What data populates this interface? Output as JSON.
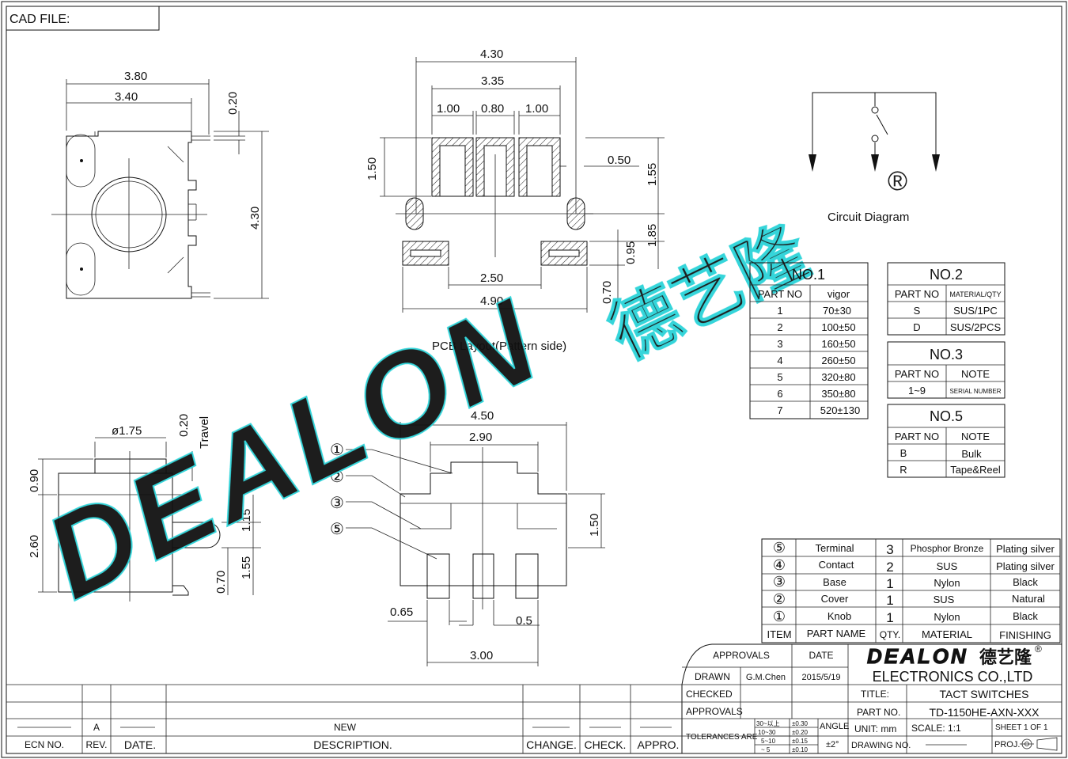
{
  "cad_file": "CAD FILE:",
  "top_view_dims": {
    "w1": "3.80",
    "w2": "3.40",
    "h": "4.30",
    "t": "0.20"
  },
  "pcb": {
    "d_430": "4.30",
    "d_335": "3.35",
    "d_100a": "1.00",
    "d_080": "0.80",
    "d_100b": "1.00",
    "d_150": "1.50",
    "d_050": "0.50",
    "d_155": "1.55",
    "d_185": "1.85",
    "d_095": "0.95",
    "d_250": "2.50",
    "d_490": "4.90",
    "d_070": "0.70",
    "caption": "PCB Layout(Pattern side)"
  },
  "circuit_caption": "Circuit Diagram",
  "side_view": {
    "d175": "ø1.75",
    "d020": "0.20",
    "travel": "Travel",
    "d090": "0.90",
    "d260": "2.60",
    "d115": "1.15",
    "d155": "1.55",
    "d070": "0.70"
  },
  "front_view": {
    "d450": "4.50",
    "d290": "2.90",
    "d150": "1.50",
    "d065": "0.65",
    "d05": "0.5",
    "d300": "3.00",
    "callouts": [
      "①",
      "②",
      "③",
      "⑤"
    ]
  },
  "no1": {
    "title": "NO.1",
    "headers": [
      "PART NO",
      "vigor"
    ],
    "rows": [
      [
        "1",
        "70±30"
      ],
      [
        "2",
        "100±50"
      ],
      [
        "3",
        "160±50"
      ],
      [
        "4",
        "260±50"
      ],
      [
        "5",
        "320±80"
      ],
      [
        "6",
        "350±80"
      ],
      [
        "7",
        "520±130"
      ]
    ]
  },
  "no2": {
    "title": "NO.2",
    "headers": [
      "PART NO",
      "MATERIAL/QTY"
    ],
    "rows": [
      [
        "S",
        "SUS/1PC"
      ],
      [
        "D",
        "SUS/2PCS"
      ]
    ]
  },
  "no3": {
    "title": "NO.3",
    "headers": [
      "PART NO",
      "NOTE"
    ],
    "rows": [
      [
        "1~9",
        "SERIAL NUMBER"
      ]
    ]
  },
  "no5": {
    "title": "NO.5",
    "headers": [
      "PART NO",
      "NOTE"
    ],
    "rows": [
      [
        "B",
        "Bulk"
      ],
      [
        "R",
        "Tape&Reel"
      ]
    ]
  },
  "bom": {
    "rows": [
      [
        "⑤",
        "Terminal",
        "3",
        "Phosphor Bronze",
        "Plating silver"
      ],
      [
        "④",
        "Contact",
        "2",
        "SUS",
        "Plating silver"
      ],
      [
        "③",
        "Base",
        "1",
        "Nylon",
        "Black"
      ],
      [
        "②",
        "Cover",
        "1",
        "SUS",
        "Natural"
      ],
      [
        "①",
        "Knob",
        "1",
        "Nylon",
        "Black"
      ]
    ],
    "headers": [
      "ITEM",
      "PART NAME",
      "QTY.",
      "MATERIAL",
      "FINISHING"
    ]
  },
  "title_block": {
    "approvals": "APPROVALS",
    "date": "DATE",
    "drawn": "DRAWN",
    "drawn_by": "G.M.Chen",
    "drawn_date": "2015/5/19",
    "checked": "CHECKED",
    "approvals2": "APPROVALS",
    "company": "ELECTRONICS  CO.,LTD",
    "title_label": "TITLE:",
    "title": "TACT  SWITCHES",
    "part_label": "PART  NO.",
    "part_no": "TD-1150HE-AXN-XXX",
    "unit": "UNIT:  mm",
    "scale": "SCALE:   1:1",
    "sheet": "SHEET  1  OF  1",
    "tolerances": "TOLERANCES  ARE",
    "tol_ranges": [
      "30~以上",
      "10~30",
      "5~10",
      "~ 5"
    ],
    "tol_values": [
      "±0.30",
      "±0.20",
      "±0.15",
      "±0.10"
    ],
    "angle": "ANGLE",
    "angle_val": "±2°",
    "drawing_no": "DRAWING  NO.",
    "proj": "PROJ."
  },
  "revision": {
    "rev": "A",
    "desc": "NEW",
    "headers": [
      "ECN  NO.",
      "REV.",
      "DATE.",
      "DESCRIPTION.",
      "CHANGE.",
      "CHECK.",
      "APPRO."
    ]
  },
  "watermark": {
    "text": "DEALON",
    "cjk": "德艺隆",
    "reg": "®",
    "color": "#5ef5f5"
  },
  "logo": {
    "text": "DEALON",
    "cjk": "德艺隆",
    "reg": "®"
  }
}
